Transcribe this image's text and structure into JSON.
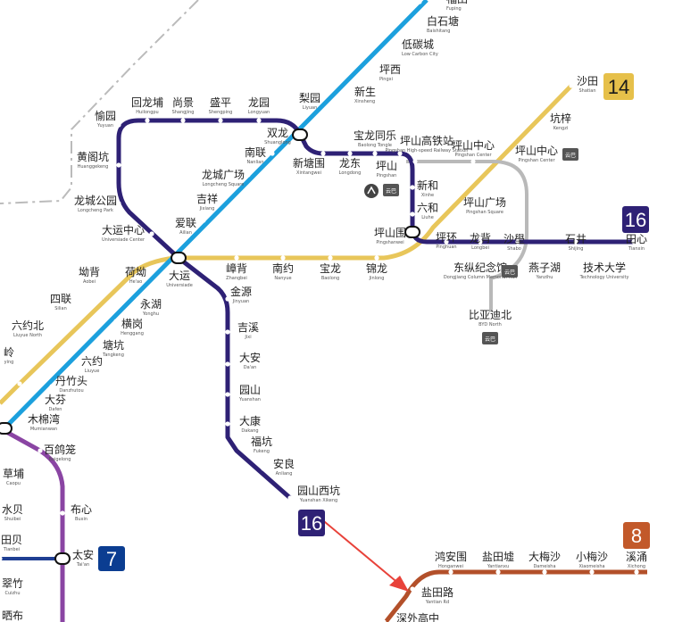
{
  "line_badges": [
    {
      "id": "14",
      "label": "14",
      "bg": "#e6c04a",
      "fg": "#1a1a1a"
    },
    {
      "id": "16a",
      "label": "16",
      "bg": "#2e2175",
      "fg": "#ffffff"
    },
    {
      "id": "16b",
      "label": "16",
      "bg": "#2e2175",
      "fg": "#ffffff"
    },
    {
      "id": "7",
      "label": "7",
      "bg": "#0b3d91",
      "fg": "#ffffff"
    },
    {
      "id": "8",
      "label": "8",
      "bg": "#c2592a",
      "fg": "#ffffff"
    }
  ],
  "colors": {
    "line14": "#e8c65a",
    "line16": "#2e2175",
    "line10": "#1ca0dd",
    "line7": "#1f3f93",
    "line6": "#8a45a3",
    "line8": "#b3502a",
    "apm": "#b9b9b9",
    "arrow": "#e8423a",
    "future": "#bbbbbb"
  },
  "cloud_badge": "云巴",
  "stations": [
    {
      "cn": "福田",
      "en": "Fuping"
    },
    {
      "cn": "白石塘",
      "en": "Baishitang"
    },
    {
      "cn": "低碳城",
      "en": "Low Carbon City"
    },
    {
      "cn": "坪西",
      "en": "Pingxi"
    },
    {
      "cn": "新生",
      "en": "Xinsheng"
    },
    {
      "cn": "梨园",
      "en": "Liyuan"
    },
    {
      "cn": "双龙",
      "en": "Shuanglong"
    },
    {
      "cn": "南联",
      "en": "Nanlian"
    },
    {
      "cn": "龙城广场",
      "en": "Longcheng Square"
    },
    {
      "cn": "吉祥",
      "en": "Jixiang"
    },
    {
      "cn": "爱联",
      "en": "Ailian"
    },
    {
      "cn": "回龙埔",
      "en": "Huilongpu"
    },
    {
      "cn": "尚景",
      "en": "Shangjing"
    },
    {
      "cn": "盛平",
      "en": "Shengping"
    },
    {
      "cn": "龙园",
      "en": "Longyuan"
    },
    {
      "cn": "愉园",
      "en": "Yuyuan"
    },
    {
      "cn": "黄阁坑",
      "en": "Huanggekeng"
    },
    {
      "cn": "龙城公园",
      "en": "Longcheng Park"
    },
    {
      "cn": "大运中心",
      "en": "Universiade Center"
    },
    {
      "cn": "大运",
      "en": "Universiade"
    },
    {
      "cn": "荷坳",
      "en": "He'ao"
    },
    {
      "cn": "坳背",
      "en": "Aobei"
    },
    {
      "cn": "四联",
      "en": "Silian"
    },
    {
      "cn": "六约北",
      "en": "Liuyue North"
    },
    {
      "cn": "嶂背",
      "en": "Zhangbei"
    },
    {
      "cn": "南约",
      "en": "Nanyue"
    },
    {
      "cn": "宝龙",
      "en": "Baolong"
    },
    {
      "cn": "锦龙",
      "en": "Jinlong"
    },
    {
      "cn": "坪山围",
      "en": "Pingshanwei"
    },
    {
      "cn": "新塘围",
      "en": "Xintangwei"
    },
    {
      "cn": "龙东",
      "en": "Longdong"
    },
    {
      "cn": "宝龙同乐",
      "en": "Baolong Tongle"
    },
    {
      "cn": "坪山",
      "en": "Pingshan"
    },
    {
      "cn": "新和",
      "en": "Xinhe"
    },
    {
      "cn": "六和",
      "en": "Liuhe"
    },
    {
      "cn": "坪山高铁站",
      "en": "Pingshan High-speed Railway Station"
    },
    {
      "cn": "坪山中心",
      "en": "Pingshan Center"
    },
    {
      "cn": "坪山中心",
      "en": "Pingshan Center"
    },
    {
      "cn": "坑梓",
      "en": "Kengzi"
    },
    {
      "cn": "沙田",
      "en": "Shatian"
    },
    {
      "cn": "坪山广场",
      "en": "Pingshan Square"
    },
    {
      "cn": "坪环",
      "en": "Pinghuan"
    },
    {
      "cn": "龙背",
      "en": "Longbei"
    },
    {
      "cn": "沙壆",
      "en": "Shabo"
    },
    {
      "cn": "石井",
      "en": "Shijing"
    },
    {
      "cn": "田心",
      "en": "Tianxin"
    },
    {
      "cn": "东纵纪念馆",
      "en": "Dongjiang Column Memorial Hall"
    },
    {
      "cn": "燕子湖",
      "en": "Yanzihu"
    },
    {
      "cn": "技术大学",
      "en": "Technology University"
    },
    {
      "cn": "比亚迪北",
      "en": "BYD North"
    },
    {
      "cn": "金源",
      "en": "Jinyuan"
    },
    {
      "cn": "吉溪",
      "en": "Jixi"
    },
    {
      "cn": "大安",
      "en": "Da'an"
    },
    {
      "cn": "园山",
      "en": "Yuanshan"
    },
    {
      "cn": "大康",
      "en": "Dakang"
    },
    {
      "cn": "福坑",
      "en": "Fukeng"
    },
    {
      "cn": "安良",
      "en": "Anliang"
    },
    {
      "cn": "园山西坑",
      "en": "Yuanshan Xikeng"
    },
    {
      "cn": "永湖",
      "en": "Yonghu"
    },
    {
      "cn": "横岗",
      "en": "Henggang"
    },
    {
      "cn": "塘坑",
      "en": "Tangkeng"
    },
    {
      "cn": "六约",
      "en": "Liuyue"
    },
    {
      "cn": "丹竹头",
      "en": "Danzhutou"
    },
    {
      "cn": "大芬",
      "en": "Dafen"
    },
    {
      "cn": "木棉湾",
      "en": "Mumianwan"
    },
    {
      "cn": "岭",
      "en": "ying"
    },
    {
      "cn": "百鸽笼",
      "en": "Baigelong"
    },
    {
      "cn": "布心",
      "en": "Buxin"
    },
    {
      "cn": "草埔",
      "en": "Caopu"
    },
    {
      "cn": "水贝",
      "en": "Shuibei"
    },
    {
      "cn": "田贝",
      "en": "Tianbei"
    },
    {
      "cn": "太安",
      "en": "Tai'an"
    },
    {
      "cn": "翠竹",
      "en": "Cuizhu"
    },
    {
      "cn": "晒布",
      "en": ""
    },
    {
      "cn": "鸿安围",
      "en": "Honganwei"
    },
    {
      "cn": "盐田墟",
      "en": "Yantianxu"
    },
    {
      "cn": "大梅沙",
      "en": "Dameisha"
    },
    {
      "cn": "小梅沙",
      "en": "Xiaomeisha"
    },
    {
      "cn": "溪涌",
      "en": "Xichong"
    },
    {
      "cn": "盐田路",
      "en": "Yantian Rd"
    },
    {
      "cn": "深外高中",
      "en": ""
    }
  ]
}
